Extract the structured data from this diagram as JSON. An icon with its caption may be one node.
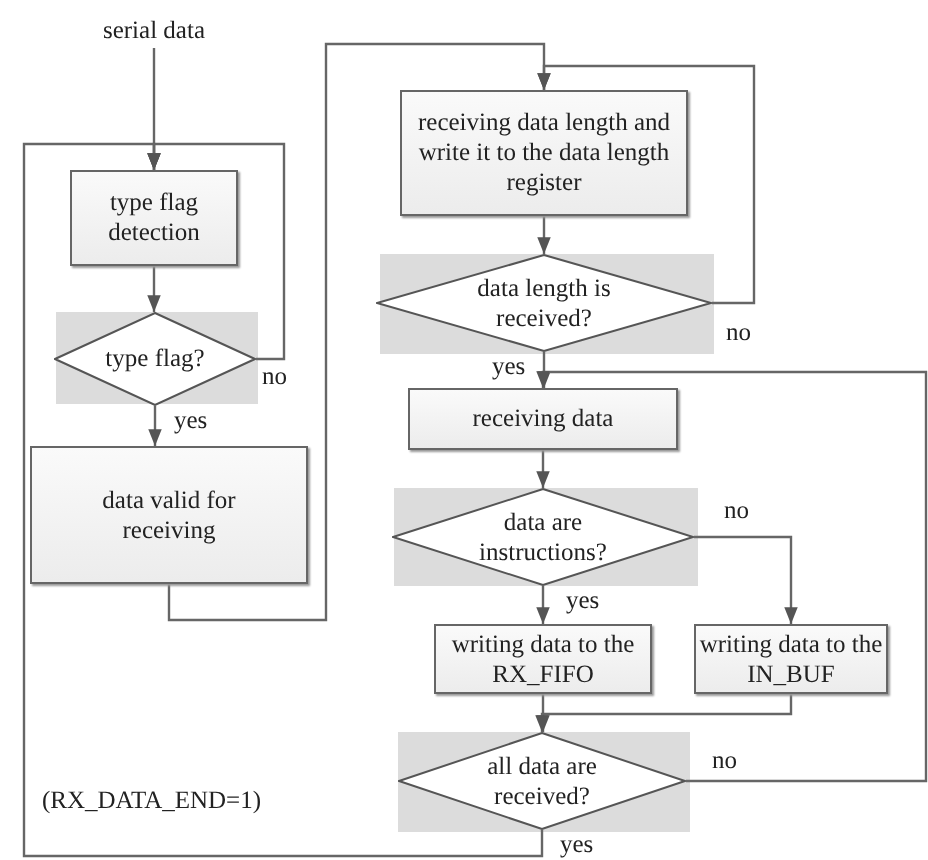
{
  "diagram": {
    "nodes": [
      {
        "text": [
          "serial data"
        ]
      },
      {
        "text": [
          "type flag detection"
        ]
      },
      {
        "text": [
          "type flag?"
        ]
      },
      {
        "text": [
          "data valid for receiving"
        ]
      },
      {
        "text": [
          "receiving data length and write it to the data length register"
        ]
      },
      {
        "text": [
          "data length is received?"
        ]
      },
      {
        "text": [
          "receiving data"
        ]
      },
      {
        "text": [
          "data are instructions?"
        ]
      },
      {
        "text": [
          "writing data to the RX_FIFO"
        ]
      },
      {
        "text": [
          "writing data to the IN_BUF"
        ]
      },
      {
        "text": [
          "all data are received?"
        ]
      }
    ],
    "edges": [
      {
        "from": 0,
        "to": 1,
        "arrow": "to"
      },
      {
        "from": 1,
        "to": 2,
        "arrow": "to"
      },
      {
        "from": 2,
        "to": 1,
        "arrow": "to",
        "label": "no"
      },
      {
        "from": 2,
        "to": 3,
        "arrow": "to",
        "label": "yes"
      },
      {
        "from": 3,
        "to": 4,
        "arrow": "to"
      },
      {
        "from": 4,
        "to": 5,
        "arrow": "to"
      },
      {
        "from": 5,
        "to": 4,
        "arrow": "to",
        "label": "no"
      },
      {
        "from": 5,
        "to": 6,
        "arrow": "to",
        "label": "yes"
      },
      {
        "from": 6,
        "to": 7,
        "arrow": "to"
      },
      {
        "from": 7,
        "to": 8,
        "arrow": "to",
        "label": "yes"
      },
      {
        "from": 7,
        "to": 9,
        "arrow": "to",
        "label": "no"
      },
      {
        "from": 8,
        "to": 10,
        "arrow": "to"
      },
      {
        "from": 9,
        "to": 10,
        "arrow": "to"
      },
      {
        "from": 10,
        "to": 6,
        "arrow": "to",
        "label": "no"
      },
      {
        "from": 10,
        "to": 1,
        "arrow": "to",
        "label": "yes"
      }
    ],
    "labels": [
      "(RX_DATA_END=1)"
    ]
  }
}
